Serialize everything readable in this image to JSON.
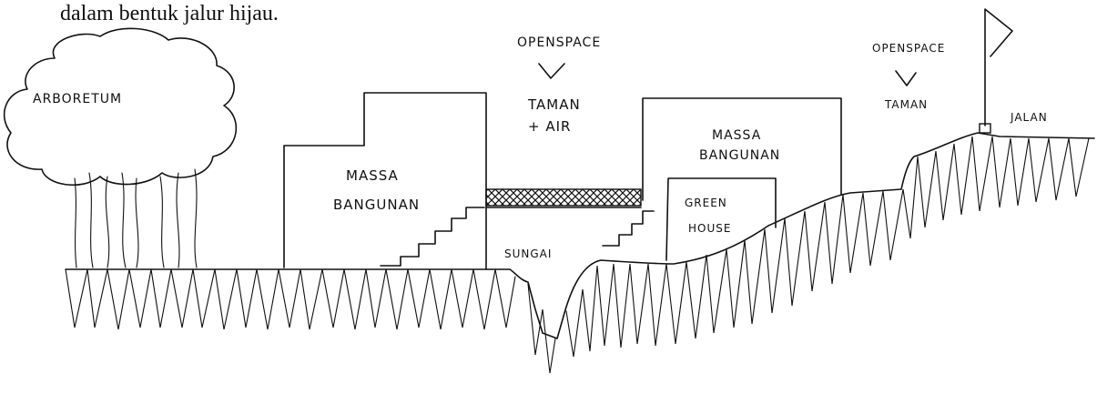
{
  "caption": "dalam bentuk jalur hijau.",
  "labels": {
    "arboretum": "ARBORETUM",
    "massa_left_1": "MASSA",
    "massa_left_2": "BANGUNAN",
    "openspace_center": "OPENSPACE",
    "taman_air_1": "TAMAN",
    "taman_air_2": "+ AIR",
    "sungai": "SUNGAI",
    "massa_right_1": "MASSA",
    "massa_right_2": "BANGUNAN",
    "green_house_1": "GREEN",
    "green_house_2": "HOUSE",
    "openspace_right": "OPENSPACE",
    "taman_right": "TAMAN",
    "jalan": "JALAN"
  }
}
